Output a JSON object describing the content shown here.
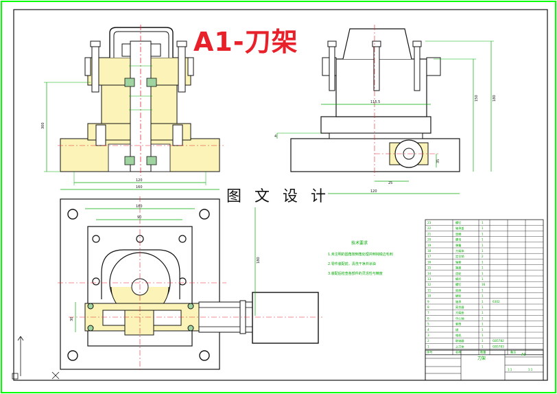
{
  "drawing": {
    "title": "A1-刀架",
    "watermark": "图 文 设 计",
    "dims": {
      "front_width_1": "120",
      "front_width_2": "160",
      "front_height": "300",
      "side_top": "115.5",
      "side_height_1": "150",
      "side_height_2": "180",
      "side_base_1": "25",
      "side_base_2": "120",
      "side_base_3": "35",
      "top_w1": "180",
      "top_w2": "90",
      "top_h": "180",
      "left_small": "30",
      "left_small_2": "4"
    },
    "notes": {
      "heading": "技术要求",
      "lines": [
        "1.未注明的圆角按倒角处理并倒钝锐边毛刺",
        "2.零件装配前，清洗干净并涂油",
        "3.装配后检查各部件的灵活性与精度"
      ]
    },
    "bom": {
      "rows": [
        {
          "no": "23",
          "name": "螺钉",
          "qty": "1",
          "note": ""
        },
        {
          "no": "22",
          "name": "轴承盖",
          "qty": "1",
          "note": ""
        },
        {
          "no": "21",
          "name": "垫圈",
          "qty": "1",
          "note": ""
        },
        {
          "no": "20",
          "name": "螺母",
          "qty": "1",
          "note": ""
        },
        {
          "no": "19",
          "name": "弹簧",
          "qty": "1",
          "note": ""
        },
        {
          "no": "18",
          "name": "刀架体",
          "qty": "1",
          "note": ""
        },
        {
          "no": "17",
          "name": "定位销",
          "qty": "2",
          "note": ""
        },
        {
          "no": "16",
          "name": "轴套",
          "qty": "1",
          "note": ""
        },
        {
          "no": "15",
          "name": "端盖",
          "qty": "1",
          "note": ""
        },
        {
          "no": "14",
          "name": "齿轮",
          "qty": "1",
          "note": ""
        },
        {
          "no": "13",
          "name": "蜗杆",
          "qty": "1",
          "note": ""
        },
        {
          "no": "12",
          "name": "螺钉",
          "qty": "16",
          "note": ""
        },
        {
          "no": "11",
          "name": "底座",
          "qty": "1",
          "note": ""
        },
        {
          "no": "10",
          "name": "蜗轮",
          "qty": "1",
          "note": ""
        },
        {
          "no": "9",
          "name": "轴承",
          "qty": "1",
          "note": "6302"
        },
        {
          "no": "8",
          "name": "离合器",
          "qty": "1",
          "note": ""
        },
        {
          "no": "7",
          "name": "刀架座",
          "qty": "1",
          "note": ""
        },
        {
          "no": "6",
          "name": "中心轴",
          "qty": "1",
          "note": ""
        },
        {
          "no": "5",
          "name": "套筒",
          "qty": "1",
          "note": ""
        },
        {
          "no": "4",
          "name": "键",
          "qty": "1",
          "note": ""
        },
        {
          "no": "3",
          "name": "电机",
          "qty": "1",
          "note": ""
        },
        {
          "no": "2",
          "name": "联轴器",
          "qty": "1",
          "note": "GB5782"
        },
        {
          "no": "1",
          "name": "上刀体",
          "qty": "1",
          "note": "GB5783"
        }
      ],
      "header": {
        "no": "序号",
        "name": "名称",
        "qty": "数量",
        "note": "备注"
      },
      "sheet": "A1",
      "part": "刀架",
      "scale": "1:1",
      "ratio": "1:1"
    }
  }
}
